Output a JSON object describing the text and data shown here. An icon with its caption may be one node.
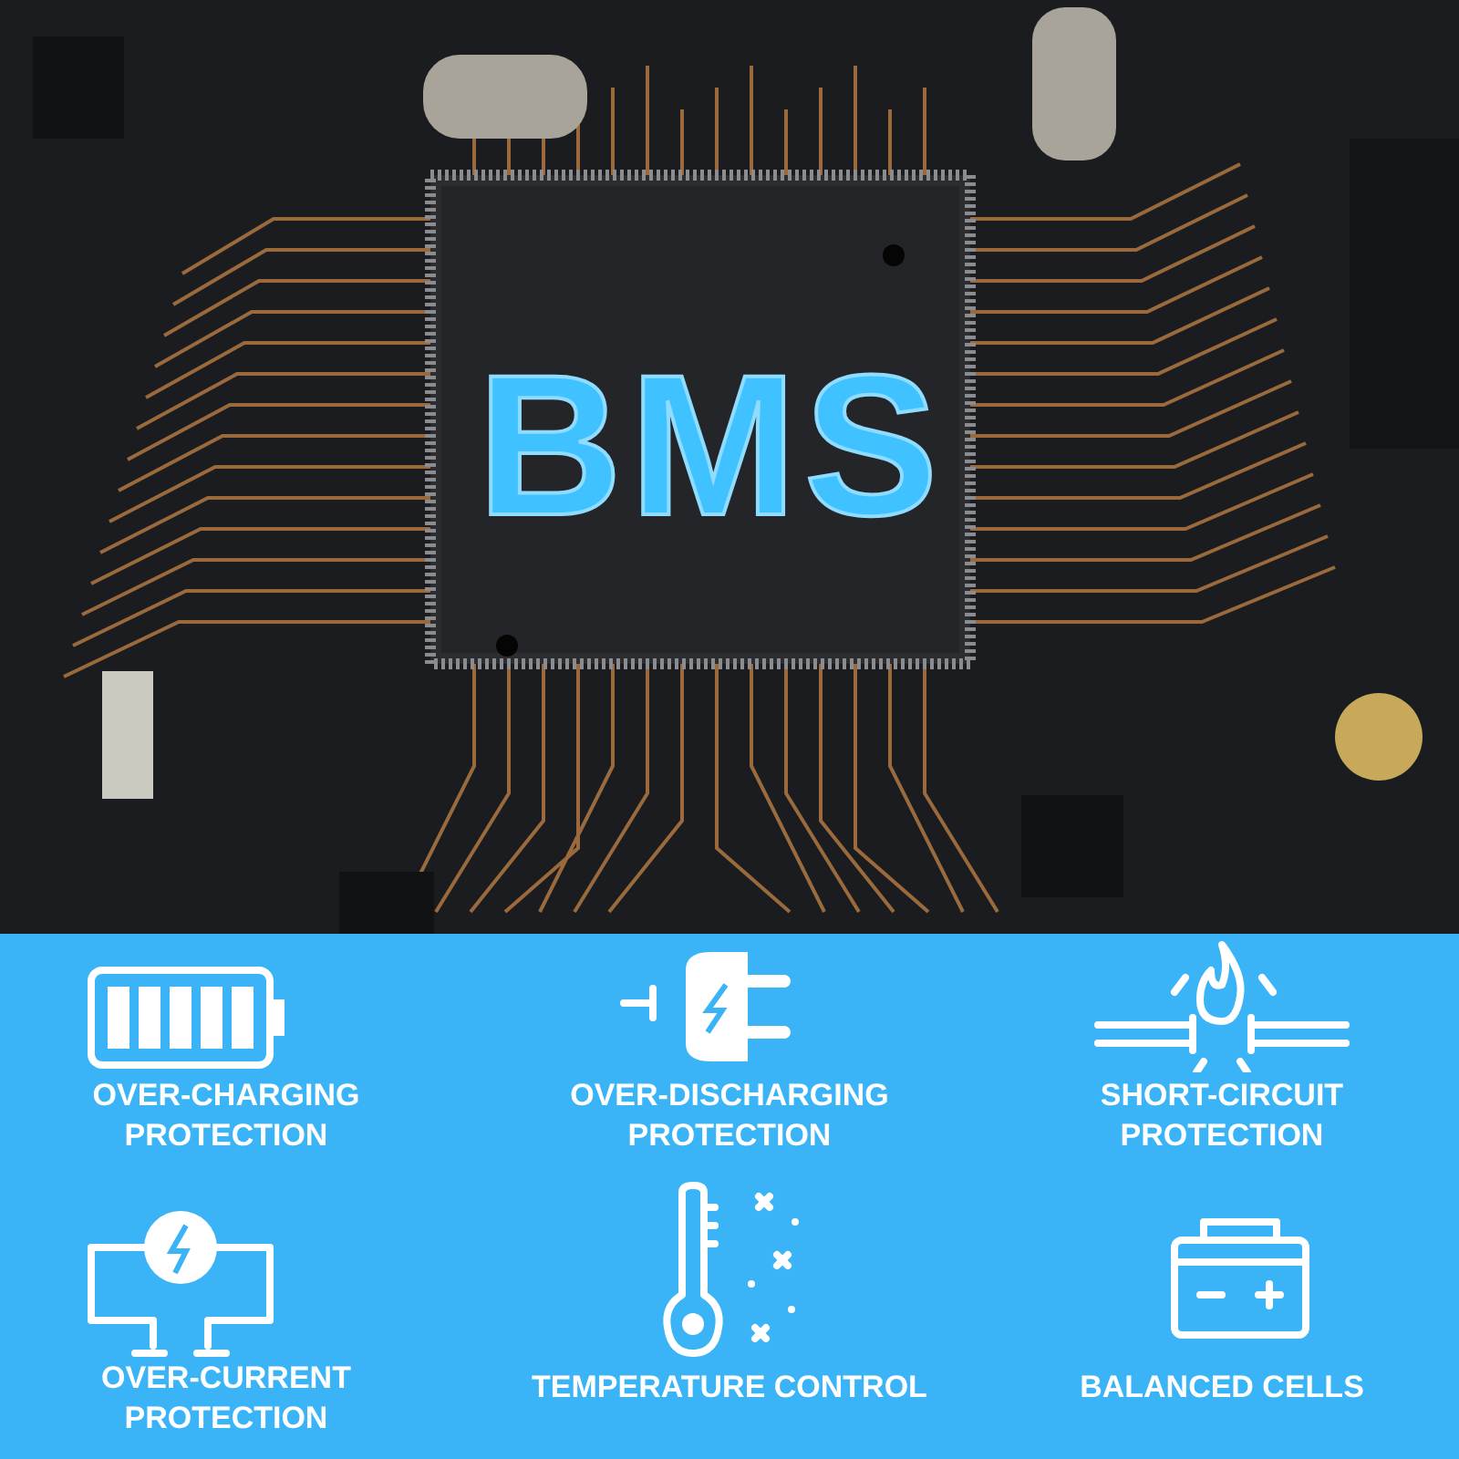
{
  "diagram": {
    "labels": [
      "BMS",
      "OVER-CHARGING PROTECTION",
      "OVER-DISCHARGING PROTECTION",
      "SHORT-CIRCUIT PROTECTION",
      "OVER-CURRENT PROTECTION",
      "TEMPERATURE CONTROL",
      "BALANCED CELLS"
    ]
  }
}
